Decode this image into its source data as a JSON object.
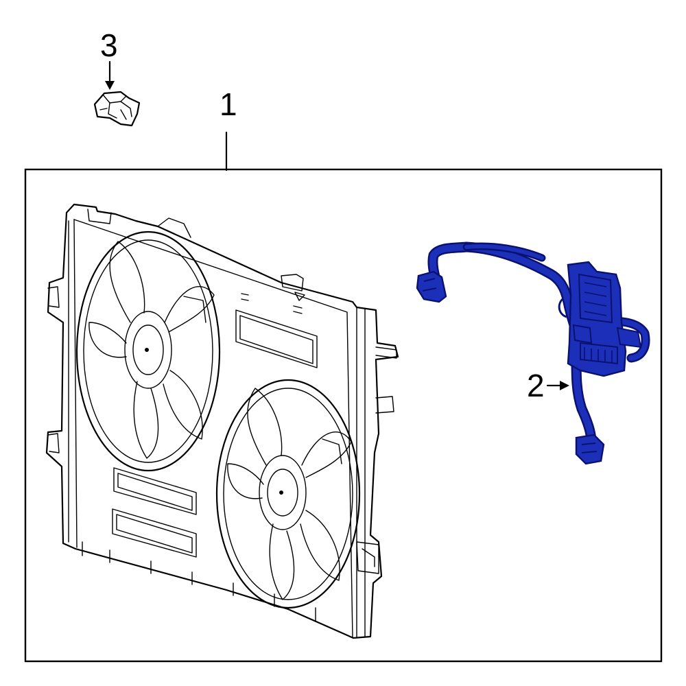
{
  "callouts": {
    "fan_assembly": "1",
    "wire_harness": "2",
    "clip": "3"
  },
  "colors": {
    "line": "#000000",
    "background": "#ffffff",
    "highlight_fill": "#1c2fb8",
    "highlight_outline": "#0a1170"
  }
}
